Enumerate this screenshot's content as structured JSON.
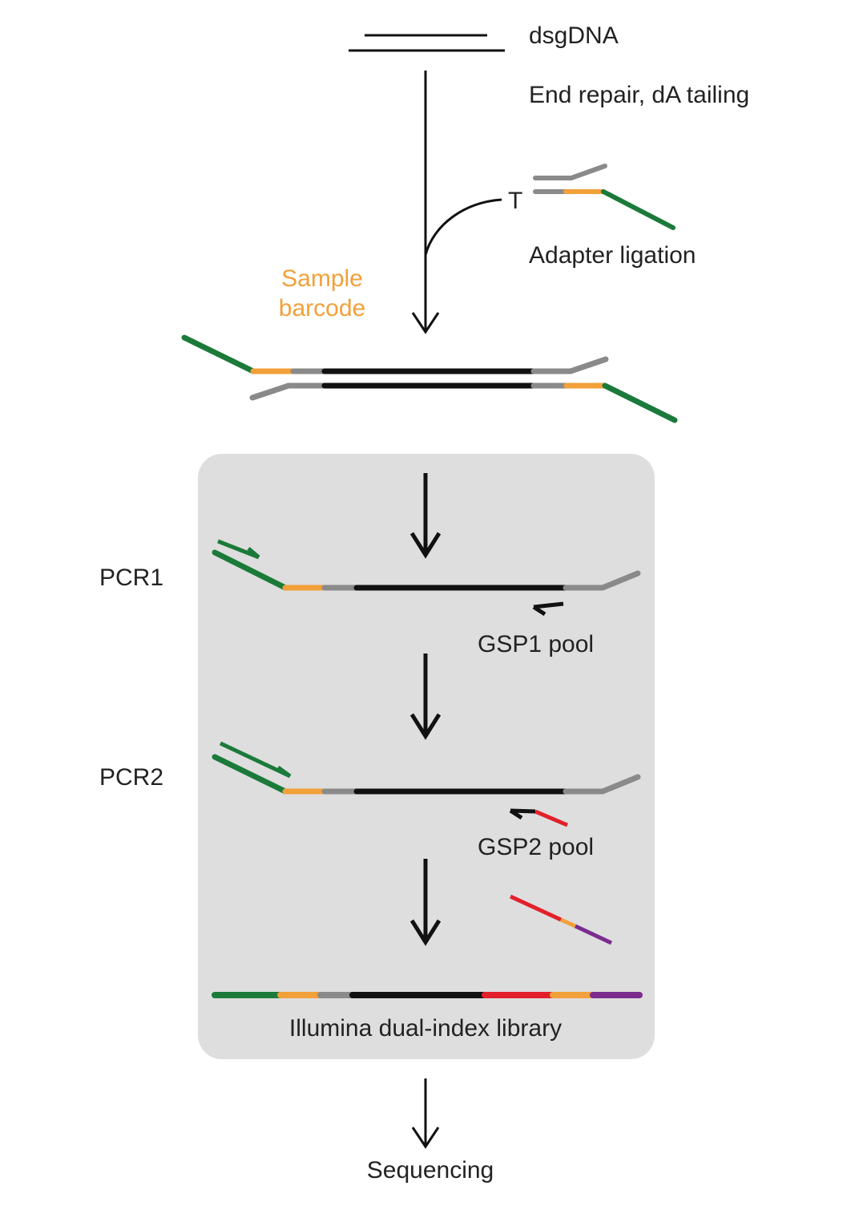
{
  "labels": {
    "dsgdna": "dsgDNA",
    "end_repair": "End repair, dA tailing",
    "t_overhang": "T",
    "adapter_ligation": "Adapter ligation",
    "sample_barcode_line1": "Sample",
    "sample_barcode_line2": "barcode",
    "pcr1": "PCR1",
    "gsp1_pool": "GSP1 pool",
    "pcr2": "PCR2",
    "gsp2_pool": "GSP2 pool",
    "library": "Illumina dual-index library",
    "sequencing": "Sequencing"
  },
  "colors": {
    "adapter_green": "#1b7a3a",
    "barcode_orange": "#f2a03a",
    "adapter_gray": "#8a8a8a",
    "insert_black": "#111111",
    "gsp2_red": "#e3202a",
    "index_purple": "#7b2c8e",
    "panel_gray": "#dedede",
    "label_orange": "#f2a03a"
  }
}
